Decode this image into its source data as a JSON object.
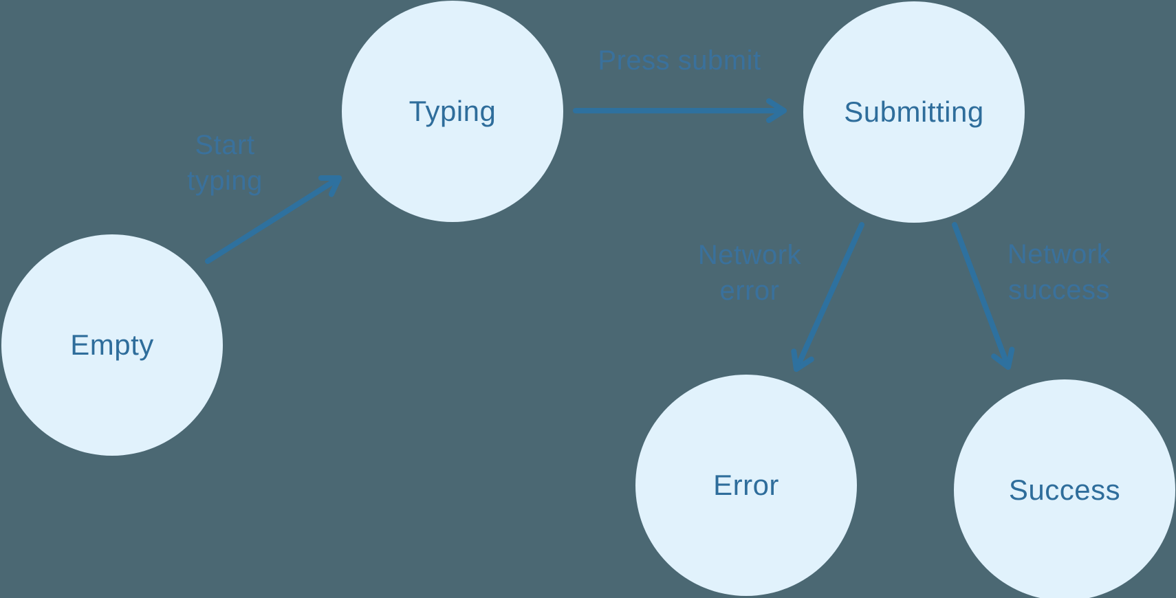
{
  "diagram": {
    "kind": "form-state-machine"
  },
  "colors": {
    "bg": "#4b6873",
    "node_fill": "#e1f2fc",
    "node_text": "#2e6d9b",
    "edge_label": "#3a719c",
    "arrow": "#2e719f"
  },
  "nodes": [
    {
      "id": "empty",
      "label": "Empty"
    },
    {
      "id": "typing",
      "label": "Typing"
    },
    {
      "id": "submitting",
      "label": "Submitting"
    },
    {
      "id": "error",
      "label": "Error"
    },
    {
      "id": "success",
      "label": "Success"
    }
  ],
  "edges": [
    {
      "from": "empty",
      "to": "typing",
      "label": "Start typing",
      "label_lines": [
        "Start",
        "typing"
      ]
    },
    {
      "from": "typing",
      "to": "submitting",
      "label": "Press submit",
      "label_lines": [
        "Press submit"
      ]
    },
    {
      "from": "submitting",
      "to": "error",
      "label": "Network error",
      "label_lines": [
        "Network",
        "error"
      ]
    },
    {
      "from": "submitting",
      "to": "success",
      "label": "Network success",
      "label_lines": [
        "Network",
        "success"
      ]
    }
  ]
}
